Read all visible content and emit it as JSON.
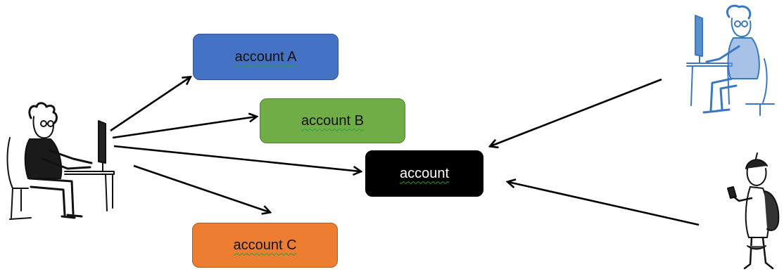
{
  "nodes": {
    "account_a": {
      "label": "account A",
      "color": "#4472c4"
    },
    "account_b": {
      "label": "account B",
      "color": "#70ad47"
    },
    "account_c": {
      "label": "account C",
      "color": "#ed7d31"
    },
    "shared_account": {
      "label": "account",
      "color": "#000000"
    }
  },
  "figures": {
    "left_user": {
      "depicts": "person at computer desk",
      "ink": "#111111"
    },
    "top_right_user": {
      "depicts": "person at computer desk",
      "ink": "#3a78c2"
    },
    "bottom_right_user": {
      "depicts": "person with phone and backpack",
      "ink": "#111111"
    }
  },
  "edges": [
    {
      "from": "left_user",
      "to": "account_a"
    },
    {
      "from": "left_user",
      "to": "account_b"
    },
    {
      "from": "left_user",
      "to": "shared_account"
    },
    {
      "from": "left_user",
      "to": "account_c"
    },
    {
      "from": "top_right_user",
      "to": "shared_account"
    },
    {
      "from": "bottom_right_user",
      "to": "shared_account"
    }
  ]
}
